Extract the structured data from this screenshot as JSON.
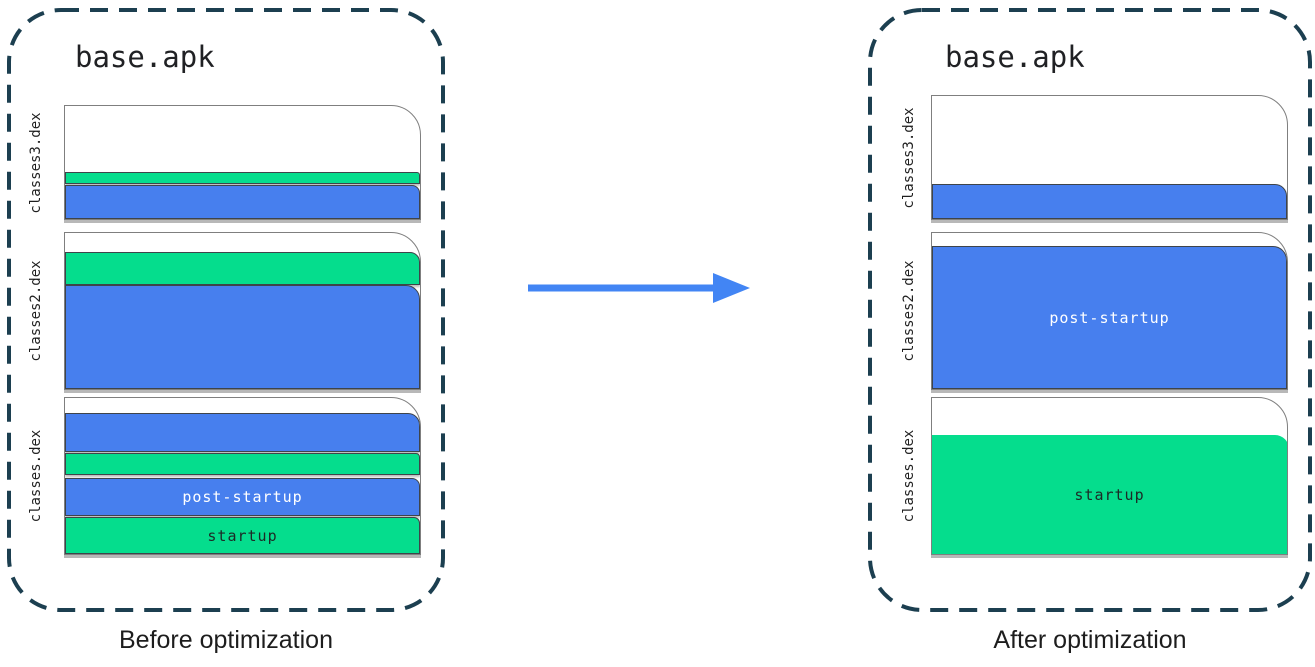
{
  "colors": {
    "blue": "#477FEE",
    "green": "#05DD8D",
    "arrow": "#4285F4",
    "dash": "#1C3F50",
    "pageBorder": "#7F7F7F",
    "barBorder": "#3E444A"
  },
  "before": {
    "title": "base.apk",
    "caption": "Before optimization",
    "files": [
      {
        "label": "classes3.dex",
        "segments": [
          {
            "color": "green",
            "text": ""
          },
          {
            "color": "blue",
            "text": ""
          }
        ]
      },
      {
        "label": "classes2.dex",
        "segments": [
          {
            "color": "green",
            "text": ""
          },
          {
            "color": "blue",
            "text": ""
          }
        ]
      },
      {
        "label": "classes.dex",
        "segments": [
          {
            "color": "blue",
            "text": ""
          },
          {
            "color": "green",
            "text": ""
          },
          {
            "color": "blue",
            "text": "post-startup"
          },
          {
            "color": "green",
            "text": "startup"
          }
        ]
      }
    ]
  },
  "after": {
    "title": "base.apk",
    "caption": "After optimization",
    "files": [
      {
        "label": "classes3.dex",
        "segments": [
          {
            "color": "blue",
            "text": ""
          }
        ]
      },
      {
        "label": "classes2.dex",
        "segments": [
          {
            "color": "blue",
            "text": "post-startup"
          }
        ]
      },
      {
        "label": "classes.dex",
        "segments": [
          {
            "color": "green",
            "text": "startup"
          }
        ]
      }
    ]
  }
}
